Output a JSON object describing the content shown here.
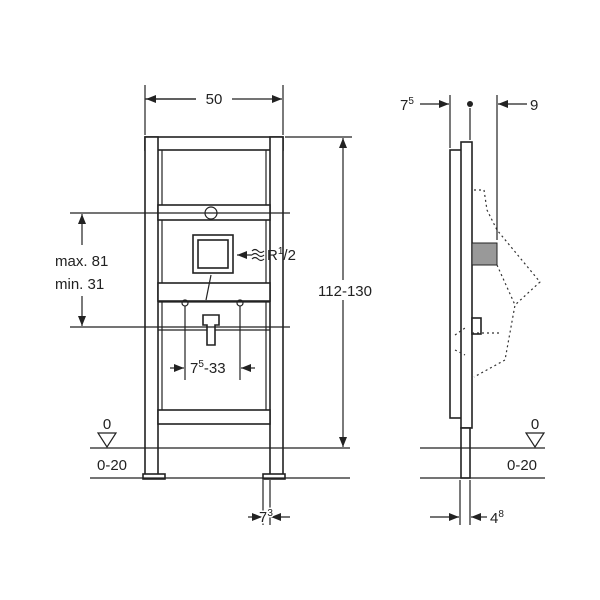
{
  "front_view": {
    "width_label": "50",
    "height_label": "112-130",
    "max_label": "max. 81",
    "min_label": "min. 31",
    "connection_label": {
      "main": "R",
      "num": "1",
      "den": "/2"
    },
    "spacing_label": {
      "base": "7",
      "sup": "5",
      "rest": "-33"
    },
    "level_label": "0",
    "floor_label": "0-20",
    "foot_label": {
      "base": "7",
      "sup": "3"
    }
  },
  "side_view": {
    "depth_label": {
      "base": "7",
      "sup": "5"
    },
    "offset_label": "9",
    "level_label": "0",
    "floor_label": "0-20",
    "foot_label": {
      "base": "4",
      "sup": "8"
    }
  }
}
